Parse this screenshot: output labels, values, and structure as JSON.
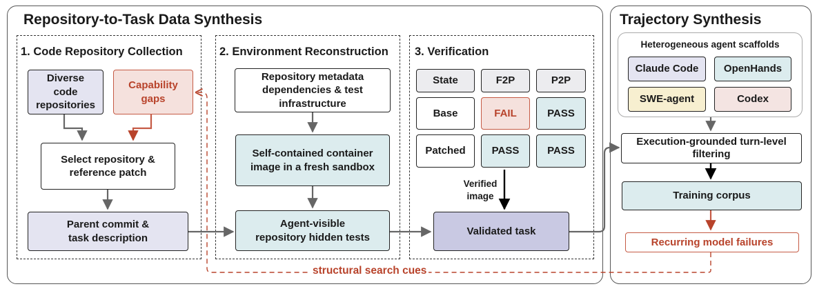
{
  "left_panel": {
    "title": "Repository-to-Task Data Synthesis"
  },
  "right_panel": {
    "title": "Trajectory Synthesis"
  },
  "section1": {
    "title": "1. Code Repository Collection",
    "diverse": "Diverse code repositories",
    "gaps": "Capability gaps",
    "select": "Select repository & reference patch",
    "parent": "Parent commit & task description"
  },
  "section2": {
    "title": "2. Environment Reconstruction",
    "metadata": "Repository metadata dependencies & test infrastructure",
    "container": "Self-contained container image in a fresh sandbox",
    "agent_visible": "Agent-visible repository hidden tests"
  },
  "section3": {
    "title": "3. Verification",
    "table": {
      "headers": [
        "State",
        "F2P",
        "P2P"
      ],
      "rows": [
        [
          "Base",
          "FAIL",
          "PASS"
        ],
        [
          "Patched",
          "PASS",
          "PASS"
        ]
      ]
    },
    "verified_label": "Verified image",
    "validated": "Validated task"
  },
  "trajectory": {
    "scaffolds_title": "Heterogeneous agent scaffolds",
    "scaffolds": [
      "Claude Code",
      "OpenHands",
      "SWE-agent",
      "Codex"
    ],
    "filtering": "Execution-grounded turn-level filtering",
    "corpus": "Training corpus",
    "failures": "Recurring model failures"
  },
  "feedback_label": "structural search cues",
  "colors": {
    "accent_red": "#b8432b",
    "purple_fill": "#e4e4f1",
    "teal_fill": "#dcecee",
    "validated_fill": "#c9c9e3",
    "arrow": "#666666"
  }
}
